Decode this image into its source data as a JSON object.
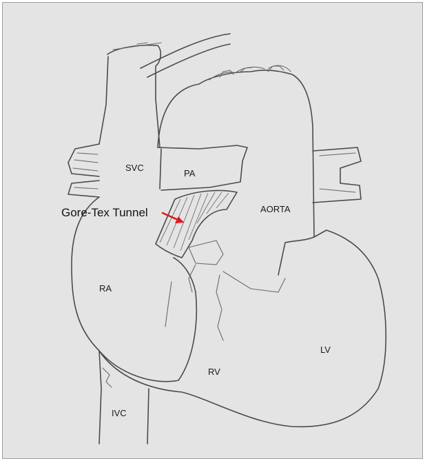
{
  "labels": {
    "svc": "SVC",
    "pa": "PA",
    "tunnel": "Gore-Tex Tunnel",
    "aorta": "AORTA",
    "ra": "RA",
    "lv": "LV",
    "rv": "RV",
    "ivc": "IVC"
  },
  "colors": {
    "paper": "#e4e4e4",
    "pencil": "#4a4a4a",
    "arrow": "#e0161c"
  }
}
